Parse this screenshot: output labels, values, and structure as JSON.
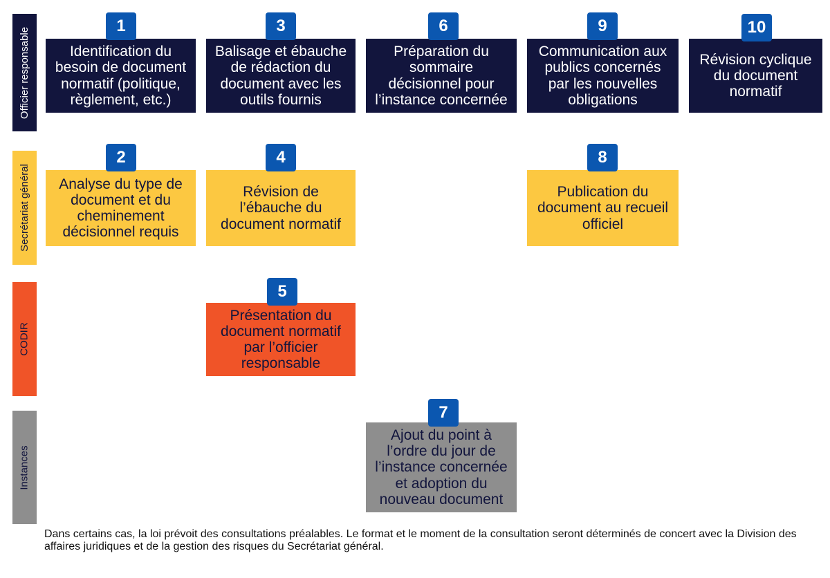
{
  "lanes": {
    "officier": "Officier responsable",
    "secretariat": "Secrétariat général",
    "codir": "CODIR",
    "instances": "Instances"
  },
  "steps": [
    {
      "number": "1",
      "text": "Identification du besoin de document normatif (politique, règlement, etc.)",
      "lane": "officier"
    },
    {
      "number": "2",
      "text": "Analyse du type de document et du cheminement décisionnel requis",
      "lane": "secretariat"
    },
    {
      "number": "3",
      "text": "Balisage et ébauche de rédaction du document avec les outils fournis",
      "lane": "officier"
    },
    {
      "number": "4",
      "text": "Révision de l’ébauche du document normatif",
      "lane": "secretariat"
    },
    {
      "number": "5",
      "text": "Présentation du document normatif par l’officier responsable",
      "lane": "codir"
    },
    {
      "number": "6",
      "text": "Préparation du sommaire décisionnel pour l’instance concernée",
      "lane": "officier"
    },
    {
      "number": "7",
      "text": "Ajout du point à l’ordre du jour de l’instance concernée et adoption du nouveau document",
      "lane": "instances"
    },
    {
      "number": "8",
      "text": "Publication du document au recueil officiel",
      "lane": "secretariat"
    },
    {
      "number": "9",
      "text": "Communication aux publics concernés par les nouvelles obligations",
      "lane": "officier"
    },
    {
      "number": "10",
      "text": "Révision cyclique du document normatif",
      "lane": "officier"
    }
  ],
  "colors": {
    "officier": "#12153d",
    "secretariat": "#fcc841",
    "codir": "#f05428",
    "instances": "#8e8e8e",
    "badge": "#0b57b0"
  },
  "footnote": "Dans certains cas, la loi prévoit des consultations préalables. Le format et le moment de la consultation seront déterminés de concert avec la Division des affaires juridiques et de la gestion des risques du Secrétariat général."
}
